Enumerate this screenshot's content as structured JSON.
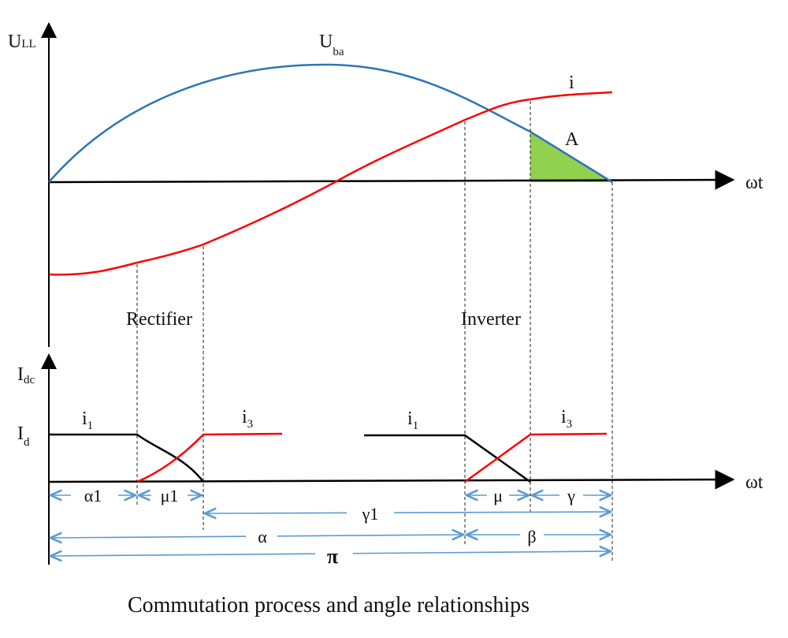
{
  "upper_plot": {
    "y_axis_label": "U",
    "y_axis_sub": "LL",
    "x_axis_label": "ωt",
    "voltage_label": "U",
    "voltage_sub": "ba",
    "current_label": "i",
    "area_label": "A",
    "rectifier_label": "Rectifier",
    "inverter_label": "Inverter",
    "colors": {
      "voltage": "#2e75b6",
      "current": "#ff0000",
      "area": "#92d050"
    }
  },
  "lower_plot": {
    "y_axis_label": "I",
    "y_axis_sub": "dc",
    "x_axis_label": "ωt",
    "level_label": "I",
    "level_sub": "d",
    "rect_i1": "i",
    "rect_i1_sub": "1",
    "rect_i3": "i",
    "rect_i3_sub": "3",
    "inv_i1": "i",
    "inv_i1_sub": "1",
    "inv_i3": "i",
    "inv_i3_sub": "3"
  },
  "angles": {
    "alpha1": "α1",
    "mu1": "μ1",
    "mu": "μ",
    "gamma": "γ",
    "gamma1": "γ1",
    "alpha": "α",
    "beta": "β",
    "pi": "π"
  },
  "caption": "Commutation process and angle relationships"
}
